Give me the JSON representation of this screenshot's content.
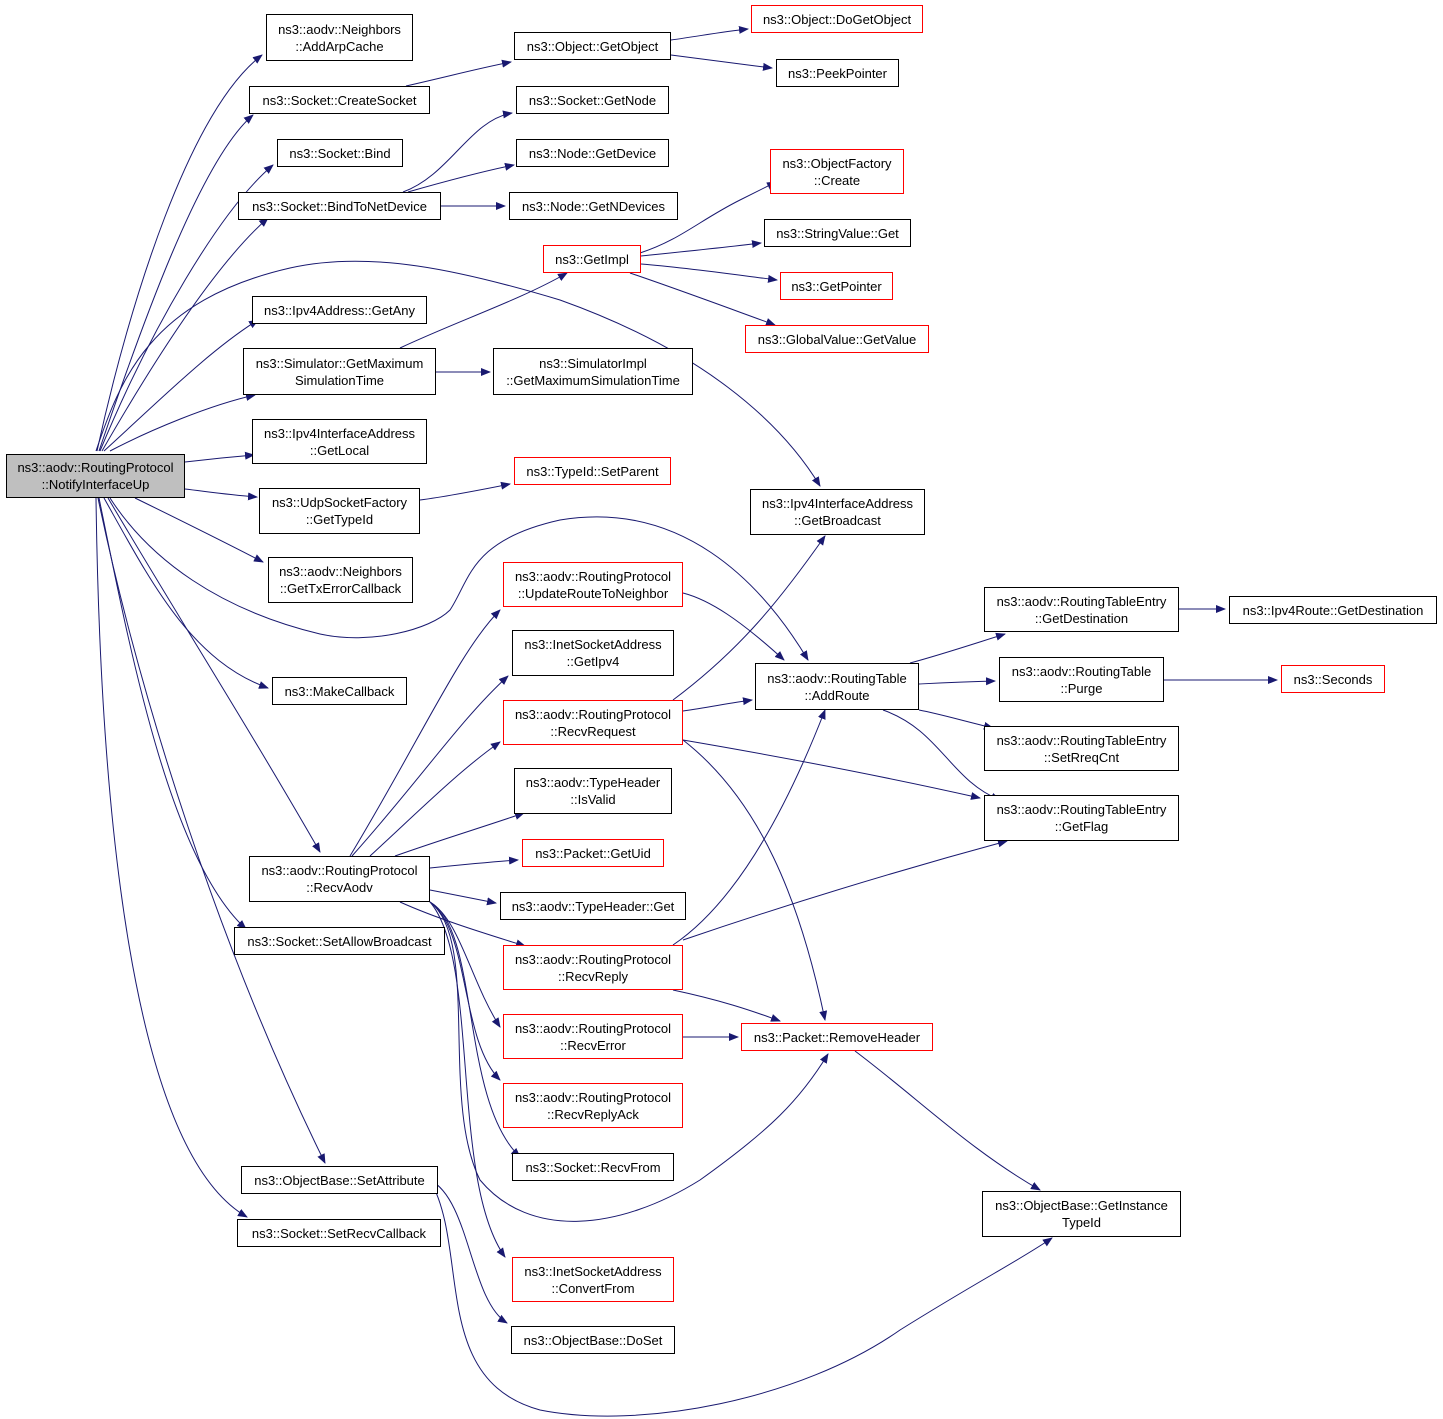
{
  "colors": {
    "edge": "#191970",
    "node_border": "#000000",
    "node_border_red": "#ff0000",
    "root_fill": "#bfbfbf"
  },
  "nodes": {
    "notifyup": {
      "lines": [
        "ns3::aodv::RoutingProtocol",
        "::NotifyInterfaceUp"
      ],
      "red": false,
      "root": true
    },
    "addarp": {
      "lines": [
        "ns3::aodv::Neighbors",
        "::AddArpCache"
      ],
      "red": false
    },
    "createsock": {
      "lines": [
        "ns3::Socket::CreateSocket"
      ],
      "red": false
    },
    "bind": {
      "lines": [
        "ns3::Socket::Bind"
      ],
      "red": false
    },
    "bindnet": {
      "lines": [
        "ns3::Socket::BindToNetDevice"
      ],
      "red": false
    },
    "getany": {
      "lines": [
        "ns3::Ipv4Address::GetAny"
      ],
      "red": false
    },
    "simmax": {
      "lines": [
        "ns3::Simulator::GetMaximum",
        "SimulationTime"
      ],
      "red": false
    },
    "getlocal": {
      "lines": [
        "ns3::Ipv4InterfaceAddress",
        "::GetLocal"
      ],
      "red": false
    },
    "udptype": {
      "lines": [
        "ns3::UdpSocketFactory",
        "::GetTypeId"
      ],
      "red": false
    },
    "txerr": {
      "lines": [
        "ns3::aodv::Neighbors",
        "::GetTxErrorCallback"
      ],
      "red": false
    },
    "makecb": {
      "lines": [
        "ns3::MakeCallback"
      ],
      "red": false
    },
    "recvaodv": {
      "lines": [
        "ns3::aodv::RoutingProtocol",
        "::RecvAodv"
      ],
      "red": false
    },
    "setallow": {
      "lines": [
        "ns3::Socket::SetAllowBroadcast"
      ],
      "red": false
    },
    "setattr": {
      "lines": [
        "ns3::ObjectBase::SetAttribute"
      ],
      "red": false
    },
    "setrecvcb": {
      "lines": [
        "ns3::Socket::SetRecvCallback"
      ],
      "red": false
    },
    "getobject": {
      "lines": [
        "ns3::Object::GetObject"
      ],
      "red": false
    },
    "getnode": {
      "lines": [
        "ns3::Socket::GetNode"
      ],
      "red": false
    },
    "getdevice": {
      "lines": [
        "ns3::Node::GetDevice"
      ],
      "red": false
    },
    "getndev": {
      "lines": [
        "ns3::Node::GetNDevices"
      ],
      "red": false
    },
    "getimpl": {
      "lines": [
        "ns3::GetImpl"
      ],
      "red": true
    },
    "simimplmax": {
      "lines": [
        "ns3::SimulatorImpl",
        "::GetMaximumSimulationTime"
      ],
      "red": false
    },
    "setparent": {
      "lines": [
        "ns3::TypeId::SetParent"
      ],
      "red": true
    },
    "updroute": {
      "lines": [
        "ns3::aodv::RoutingProtocol",
        "::UpdateRouteToNeighbor"
      ],
      "red": true
    },
    "inetgetipv4": {
      "lines": [
        "ns3::InetSocketAddress",
        "::GetIpv4"
      ],
      "red": false
    },
    "recvreq": {
      "lines": [
        "ns3::aodv::RoutingProtocol",
        "::RecvRequest"
      ],
      "red": true
    },
    "isvalid": {
      "lines": [
        "ns3::aodv::TypeHeader",
        "::IsValid"
      ],
      "red": false
    },
    "getuid": {
      "lines": [
        "ns3::Packet::GetUid"
      ],
      "red": true
    },
    "typeget": {
      "lines": [
        "ns3::aodv::TypeHeader::Get"
      ],
      "red": false
    },
    "recvreply": {
      "lines": [
        "ns3::aodv::RoutingProtocol",
        "::RecvReply"
      ],
      "red": true
    },
    "recverror": {
      "lines": [
        "ns3::aodv::RoutingProtocol",
        "::RecvError"
      ],
      "red": true
    },
    "recvack": {
      "lines": [
        "ns3::aodv::RoutingProtocol",
        "::RecvReplyAck"
      ],
      "red": true
    },
    "recvfrom": {
      "lines": [
        "ns3::Socket::RecvFrom"
      ],
      "red": false
    },
    "convfrom": {
      "lines": [
        "ns3::InetSocketAddress",
        "::ConvertFrom"
      ],
      "red": true
    },
    "doset": {
      "lines": [
        "ns3::ObjectBase::DoSet"
      ],
      "red": false
    },
    "dogetobj": {
      "lines": [
        "ns3::Object::DoGetObject"
      ],
      "red": true
    },
    "peekptr": {
      "lines": [
        "ns3::PeekPointer"
      ],
      "red": false
    },
    "ofcreate": {
      "lines": [
        "ns3::ObjectFactory",
        "::Create"
      ],
      "red": true
    },
    "strget": {
      "lines": [
        "ns3::StringValue::Get"
      ],
      "red": false
    },
    "getptr": {
      "lines": [
        "ns3::GetPointer"
      ],
      "red": true
    },
    "gvget": {
      "lines": [
        "ns3::GlobalValue::GetValue"
      ],
      "red": true
    },
    "getbcast": {
      "lines": [
        "ns3::Ipv4InterfaceAddress",
        "::GetBroadcast"
      ],
      "red": false
    },
    "addroute": {
      "lines": [
        "ns3::aodv::RoutingTable",
        "::AddRoute"
      ],
      "red": false
    },
    "removehdr": {
      "lines": [
        "ns3::Packet::RemoveHeader"
      ],
      "red": true
    },
    "getinsttype": {
      "lines": [
        "ns3::ObjectBase::GetInstance",
        "TypeId"
      ],
      "red": false
    },
    "rtegetdest": {
      "lines": [
        "ns3::aodv::RoutingTableEntry",
        "::GetDestination"
      ],
      "red": false
    },
    "purge": {
      "lines": [
        "ns3::aodv::RoutingTable",
        "::Purge"
      ],
      "red": false
    },
    "setrreq": {
      "lines": [
        "ns3::aodv::RoutingTableEntry",
        "::SetRreqCnt"
      ],
      "red": false
    },
    "getflag": {
      "lines": [
        "ns3::aodv::RoutingTableEntry",
        "::GetFlag"
      ],
      "red": false
    },
    "routegetdest": {
      "lines": [
        "ns3::Ipv4Route::GetDestination"
      ],
      "red": false
    },
    "seconds": {
      "lines": [
        "ns3::Seconds"
      ],
      "red": true
    }
  }
}
